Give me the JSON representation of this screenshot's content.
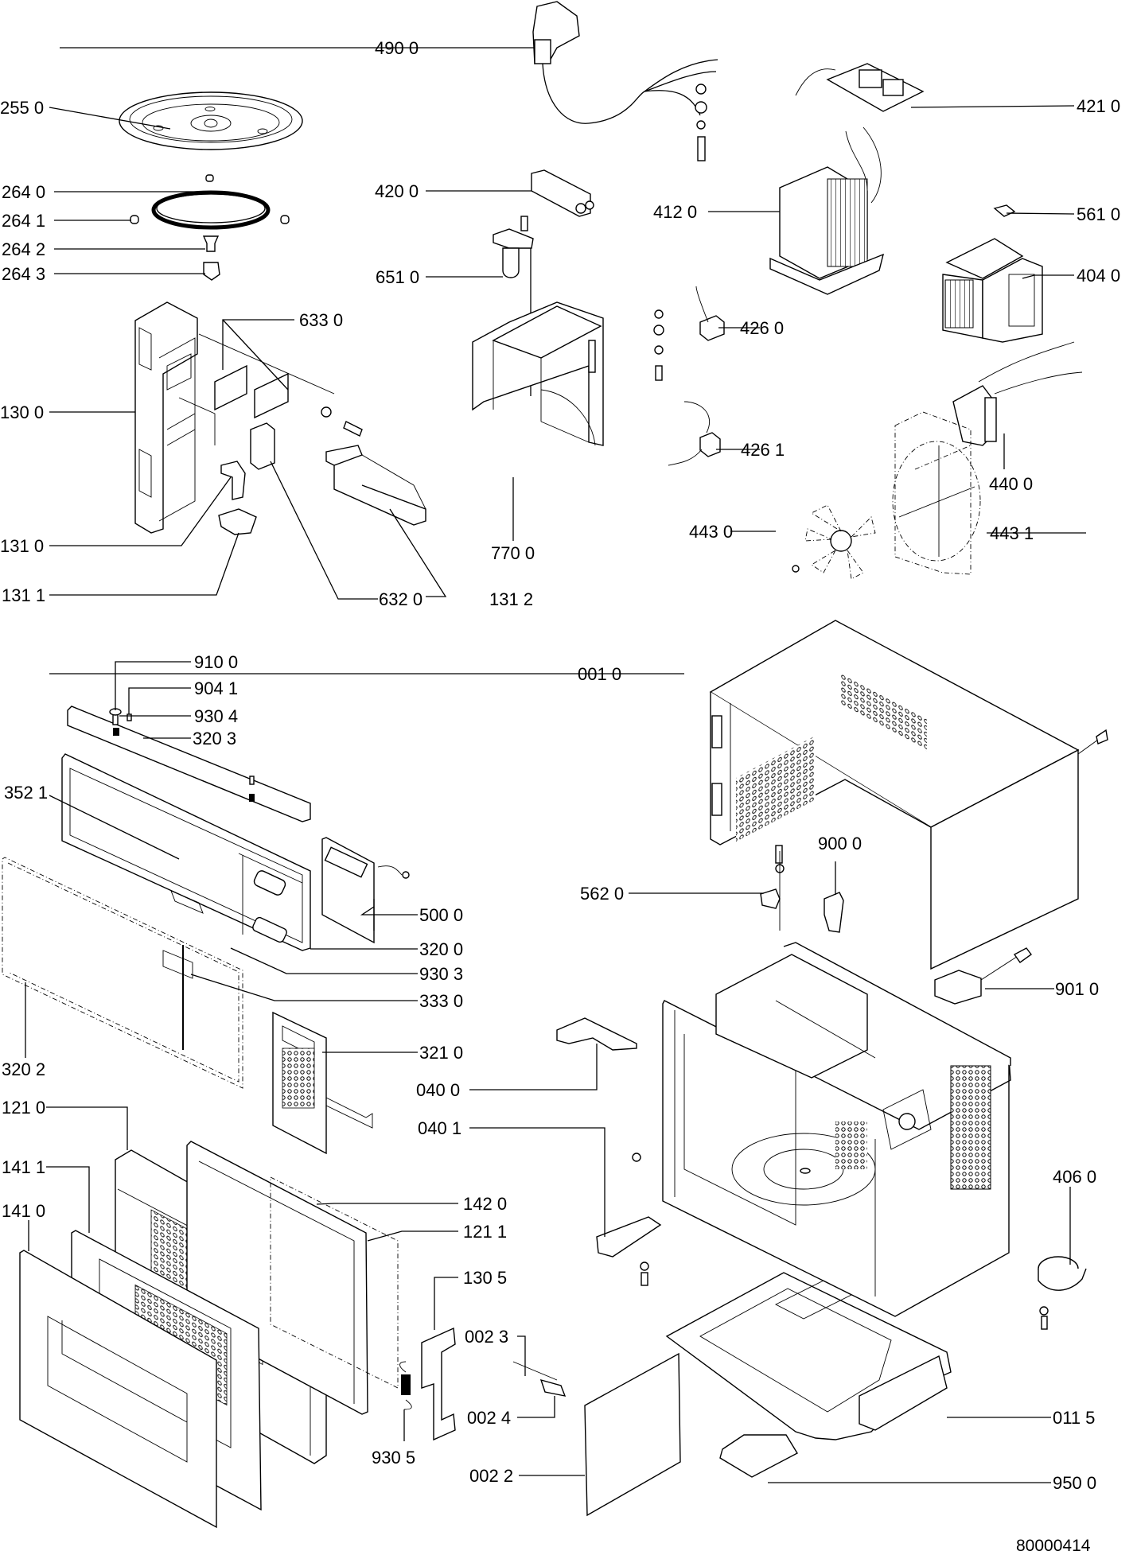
{
  "diagram": {
    "type": "exploded-parts-view",
    "subject": "microwave oven",
    "document_number": "80000414",
    "callouts": [
      {
        "id": "c2550",
        "label": "255 0",
        "part": "turntable-glass-plate"
      },
      {
        "id": "c2640",
        "label": "264 0",
        "part": "turntable-roller-ring"
      },
      {
        "id": "c2641",
        "label": "264 1",
        "part": "roller-wheel"
      },
      {
        "id": "c2642",
        "label": "264 2",
        "part": "turntable-coupler"
      },
      {
        "id": "c2643",
        "label": "264 3",
        "part": "coupler-bushing"
      },
      {
        "id": "c1300",
        "label": "130 0",
        "part": "door-latch-housing"
      },
      {
        "id": "c6330",
        "label": "633 0",
        "part": "microswitches"
      },
      {
        "id": "c1310",
        "label": "131 0",
        "part": "latch-lever"
      },
      {
        "id": "c1311",
        "label": "131 1",
        "part": "latch-lever-lower"
      },
      {
        "id": "c6320",
        "label": "632 0",
        "part": "monitor-switch"
      },
      {
        "id": "c1312",
        "label": "131 2",
        "part": "switch-bracket"
      },
      {
        "id": "c4900",
        "label": "490 0",
        "part": "power-cord"
      },
      {
        "id": "c4200",
        "label": "420 0",
        "part": "hv-capacitor"
      },
      {
        "id": "c6510",
        "label": "651 0",
        "part": "lamp"
      },
      {
        "id": "c7700",
        "label": "770 0",
        "part": "air-duct"
      },
      {
        "id": "c4210",
        "label": "421 0",
        "part": "noise-filter-board"
      },
      {
        "id": "c4120",
        "label": "412 0",
        "part": "hv-transformer"
      },
      {
        "id": "c5610",
        "label": "561 0",
        "part": "thermal-cutout"
      },
      {
        "id": "c4040",
        "label": "404 0",
        "part": "magnetron"
      },
      {
        "id": "c4260",
        "label": "426 0",
        "part": "hv-diode"
      },
      {
        "id": "c4261",
        "label": "426 1",
        "part": "hv-fuse"
      },
      {
        "id": "c4400",
        "label": "440 0",
        "part": "fan-motor"
      },
      {
        "id": "c4430",
        "label": "443 0",
        "part": "fan-blade"
      },
      {
        "id": "c4431",
        "label": "443 1",
        "part": "fan-shroud"
      },
      {
        "id": "c9100",
        "label": "910 0",
        "part": "screw"
      },
      {
        "id": "c9041",
        "label": "904 1",
        "part": "clip"
      },
      {
        "id": "c9304",
        "label": "930 4",
        "part": "spring"
      },
      {
        "id": "c3203",
        "label": "320 3",
        "part": "top-trim"
      },
      {
        "id": "c3521",
        "label": "352 1",
        "part": "front-frame"
      },
      {
        "id": "c5000",
        "label": "500 0",
        "part": "control-board"
      },
      {
        "id": "c3200",
        "label": "320 0",
        "part": "control-panel-frame"
      },
      {
        "id": "c9303",
        "label": "930 3",
        "part": "spring-small"
      },
      {
        "id": "c3330",
        "label": "333 0",
        "part": "door-release-button"
      },
      {
        "id": "c3202",
        "label": "320 2",
        "part": "front-panel-cover"
      },
      {
        "id": "c3210",
        "label": "321 0",
        "part": "keypad-membrane"
      },
      {
        "id": "c1210",
        "label": "121 0",
        "part": "door-frame"
      },
      {
        "id": "c1411",
        "label": "141 1",
        "part": "door-inner-glass"
      },
      {
        "id": "c1410",
        "label": "141 0",
        "part": "door-outer-glass"
      },
      {
        "id": "c1420",
        "label": "142 0",
        "part": "door-choke-cover"
      },
      {
        "id": "c1211",
        "label": "121 1",
        "part": "door-inner-frame"
      },
      {
        "id": "c1305",
        "label": "130 5",
        "part": "door-hook"
      },
      {
        "id": "c9305",
        "label": "930 5",
        "part": "hook-spring"
      },
      {
        "id": "c0023",
        "label": "002 3",
        "part": "wire-lead"
      },
      {
        "id": "c0024",
        "label": "002 4",
        "part": "connector"
      },
      {
        "id": "c0022",
        "label": "002 2",
        "part": "rear-plate"
      },
      {
        "id": "c0010",
        "label": "001 0",
        "part": "outer-cabinet"
      },
      {
        "id": "c9000",
        "label": "900 0",
        "part": "hinge-clip"
      },
      {
        "id": "c5620",
        "label": "562 0",
        "part": "thermostat"
      },
      {
        "id": "c9010",
        "label": "901 0",
        "part": "terminal-block"
      },
      {
        "id": "c0400",
        "label": "040 0",
        "part": "upper-hinge"
      },
      {
        "id": "c0401",
        "label": "040 1",
        "part": "lower-hinge"
      },
      {
        "id": "c4060",
        "label": "406 0",
        "part": "turntable-motor"
      },
      {
        "id": "c0115",
        "label": "011 5",
        "part": "base-plate"
      },
      {
        "id": "c9500",
        "label": "950 0",
        "part": "motor-cover"
      }
    ]
  }
}
